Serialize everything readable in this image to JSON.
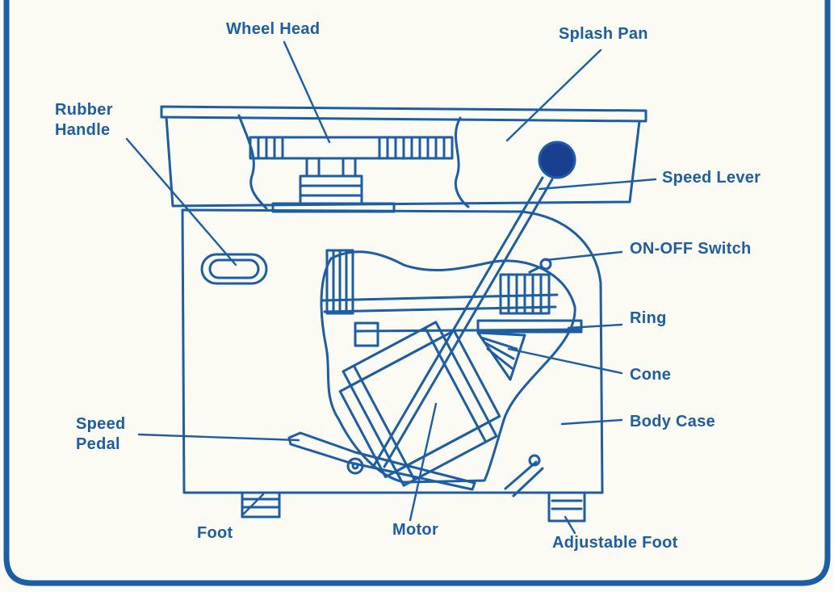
{
  "colors": {
    "ink": "#1b5ea6",
    "paper": "#fbfaf3",
    "knob": "#1a3f8f"
  },
  "labels": {
    "wheel_head": "Wheel Head",
    "splash_pan": "Splash Pan",
    "rubber_handle": [
      "Rubber",
      "Handle"
    ],
    "speed_lever": "Speed Lever",
    "on_off_switch": "ON-OFF Switch",
    "ring": "Ring",
    "cone": "Cone",
    "body_case": "Body Case",
    "speed_pedal": [
      "Speed",
      "Pedal"
    ],
    "foot": "Foot",
    "motor": "Motor",
    "adjustable_foot": "Adjustable Foot"
  }
}
